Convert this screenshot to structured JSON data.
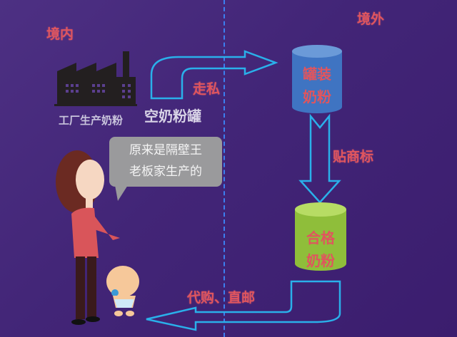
{
  "regions": {
    "domestic": "境内",
    "overseas": "境外"
  },
  "factory": {
    "icon": "factory-icon",
    "caption": "工厂生产奶粉"
  },
  "empty_can_label": "空奶粉罐",
  "steps": {
    "smuggle": "走私",
    "relabel": "贴商标",
    "resale": "代购、直邮"
  },
  "cans": {
    "canned": {
      "line1": "罐装",
      "line2": "奶粉",
      "color": "#3f74c2"
    },
    "qualified": {
      "line1": "合格",
      "line2": "奶粉",
      "color": "#8fbe3a"
    }
  },
  "speech_bubble": {
    "line1": "原来是隔壁王",
    "line2": "老板家生产的"
  },
  "characters": [
    "woman",
    "baby"
  ],
  "colors": {
    "background": "#422577",
    "label_red": "#e0555e",
    "arrow_cyan": "#2ab0ea",
    "divider_blue": "#3c7ff0"
  }
}
